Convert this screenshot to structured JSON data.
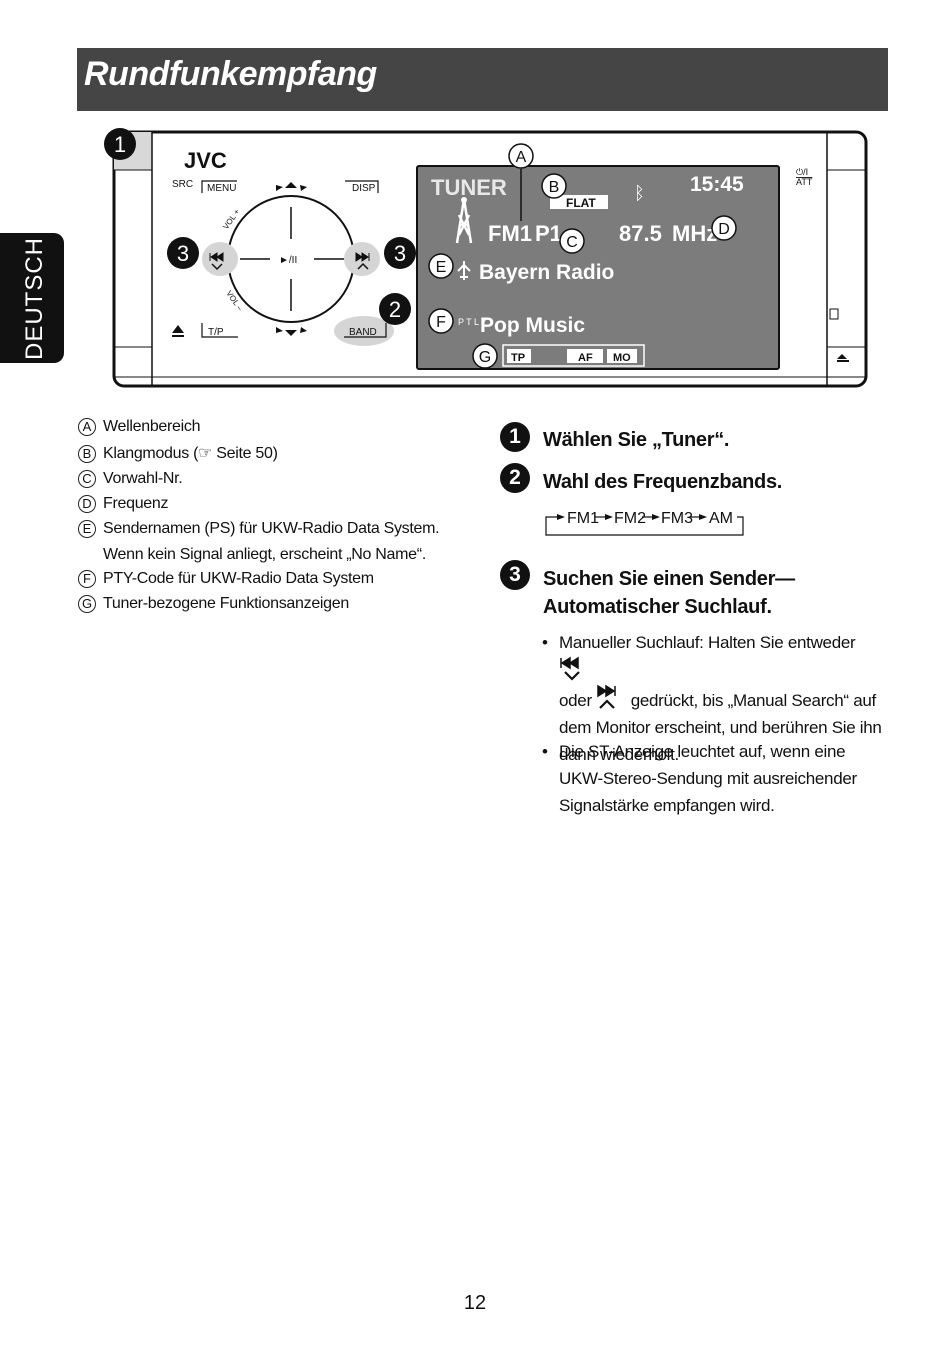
{
  "header": {
    "title": "Rundfunkempfang"
  },
  "side_tab": {
    "label": "DEUTSCH"
  },
  "device": {
    "brand": "JVC",
    "labels": {
      "src": "SRC",
      "menu": "MENU",
      "disp": "DISP",
      "tp": "T/P",
      "band": "BAND",
      "vol_plus": "VOL +",
      "vol_minus": "VOL –",
      "play": "►/II",
      "att": "ATT"
    },
    "screen": {
      "tuner": "TUNER",
      "flat": "FLAT",
      "time": "15:45",
      "band": "FM1",
      "preset": "P1",
      "freq": "87.5",
      "unit": "MHz",
      "station": "Bayern Radio",
      "pty": "Pop Music",
      "pty_icon": "P T L Y",
      "indicators": [
        "TP",
        "AF",
        "MO"
      ]
    },
    "callouts": {
      "a": "A",
      "b": "B",
      "c": "C",
      "d": "D",
      "e": "E",
      "f": "F",
      "g": "G",
      "n1": "1",
      "n2": "2",
      "n3": "3"
    }
  },
  "legend": [
    {
      "letter": "A",
      "text": "Wellenbereich"
    },
    {
      "letter": "B",
      "text": "Klangmodus (☞ Seite 50)"
    },
    {
      "letter": "C",
      "text": "Vorwahl-Nr."
    },
    {
      "letter": "D",
      "text": "Frequenz"
    },
    {
      "letter": "E",
      "text": "Sendernamen (PS) für UKW-Radio Data System. Wenn kein Signal anliegt, erscheint „No Name“."
    },
    {
      "letter": "F",
      "text": "PTY-Code für UKW-Radio Data System"
    },
    {
      "letter": "G",
      "text": "Tuner-bezogene Funktionsanzeigen"
    }
  ],
  "steps": [
    {
      "num": "1",
      "title": "Wählen Sie „Tuner“."
    },
    {
      "num": "2",
      "title": "Wahl des Frequenzbands."
    },
    {
      "num": "3",
      "title": "Suchen Sie einen Sender—Automatischer Suchlauf."
    }
  ],
  "band_cycle": [
    "FM1",
    "FM2",
    "FM3",
    "AM"
  ],
  "bullets": {
    "b1_a": "Manueller Suchlauf: Halten Sie entweder",
    "b1_b": "oder",
    "b1_c": "gedrückt, bis „Manual Search“ auf dem Monitor erscheint, und berühren Sie ihn dann wiederholt.",
    "b2": "Die ST-Anzeige leuchtet auf, wenn eine UKW-Stereo-Sendung mit ausreichender Signalstärke empfangen wird."
  },
  "page_number": "12"
}
